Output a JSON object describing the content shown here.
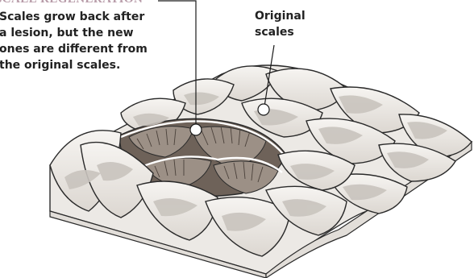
{
  "callouts": {
    "regeneration": {
      "heading": "SCALE REGENERATION",
      "lines": [
        "Scales grow back after",
        "a lesion, but the new",
        "ones are different from",
        "the original scales."
      ]
    },
    "original": {
      "lines": [
        "Original",
        "scales"
      ]
    }
  },
  "colors": {
    "scale_fill": "#efece8",
    "scale_outline": "#2a2a2a",
    "scale_shade": "#c9c4be",
    "lesion_fill": "#6e6259",
    "lesion_ridge": "#9c9086",
    "regrown_fill": "#b9b0a6",
    "base_side": "#e2ded9",
    "heading_color": "#b79ba8"
  }
}
